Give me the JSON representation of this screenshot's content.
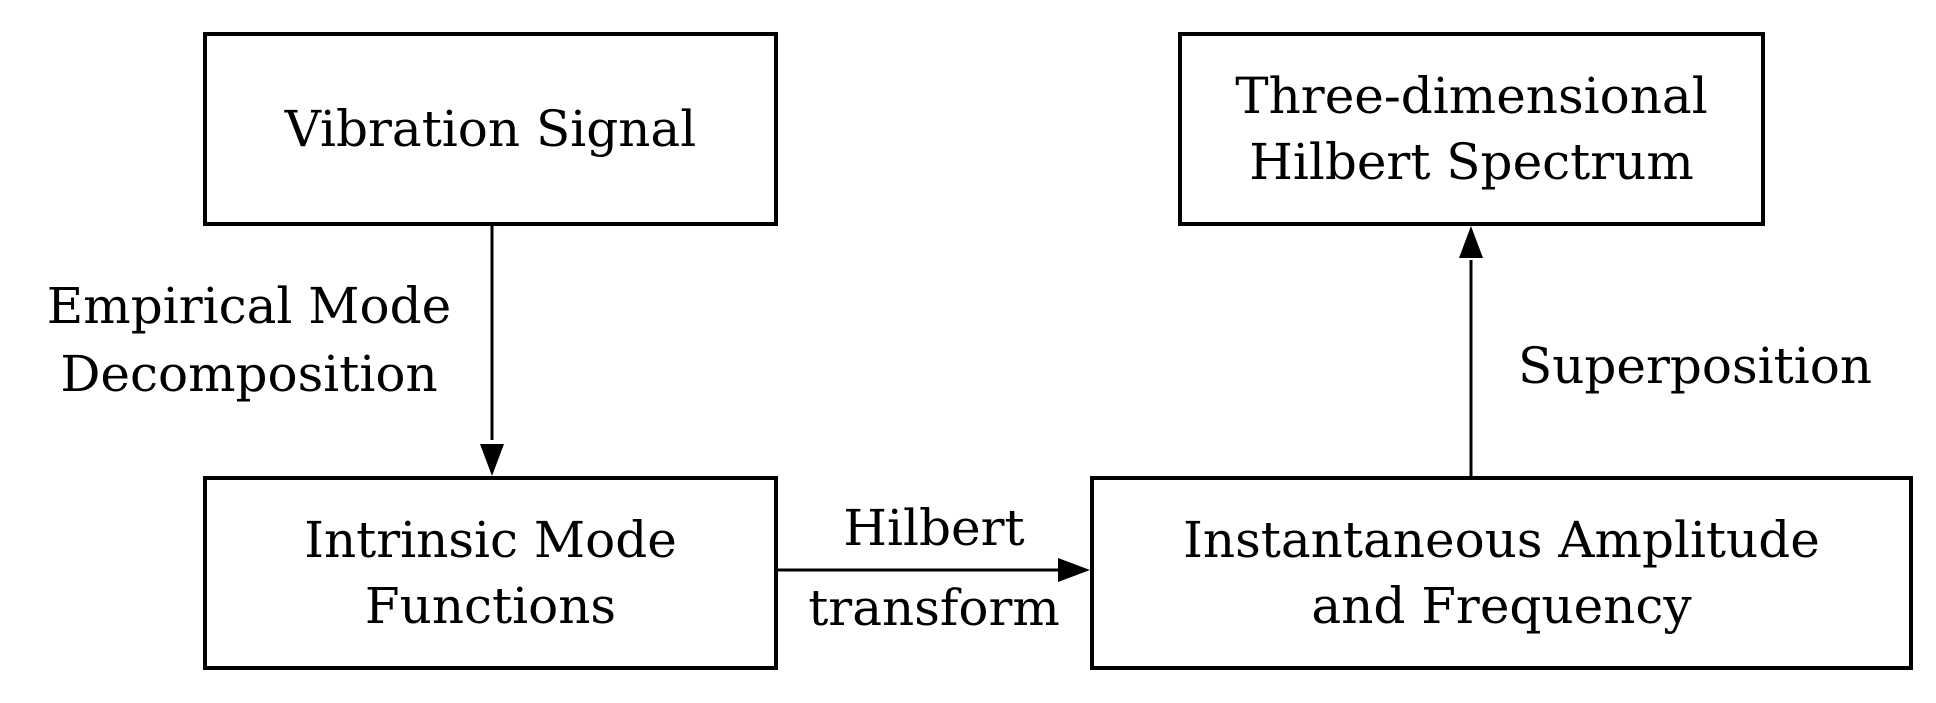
{
  "diagram": {
    "nodes": {
      "vibration_signal": {
        "lines": [
          "Vibration Signal"
        ]
      },
      "imf": {
        "lines": [
          "Intrinsic Mode",
          "Functions"
        ]
      },
      "instantaneous": {
        "lines": [
          "Instantaneous Amplitude",
          "and Frequency"
        ]
      },
      "hilbert_spectrum": {
        "lines": [
          "Three-dimensional",
          "Hilbert Spectrum"
        ]
      }
    },
    "edges": {
      "emd": {
        "lines": [
          "Empirical Mode",
          "Decomposition"
        ]
      },
      "hilbert_transform": {
        "lines": [
          "Hilbert",
          "transform"
        ]
      },
      "superposition": {
        "lines": [
          "Superposition"
        ]
      }
    },
    "colors": {
      "stroke": "#000000",
      "background": "#ffffff"
    }
  }
}
